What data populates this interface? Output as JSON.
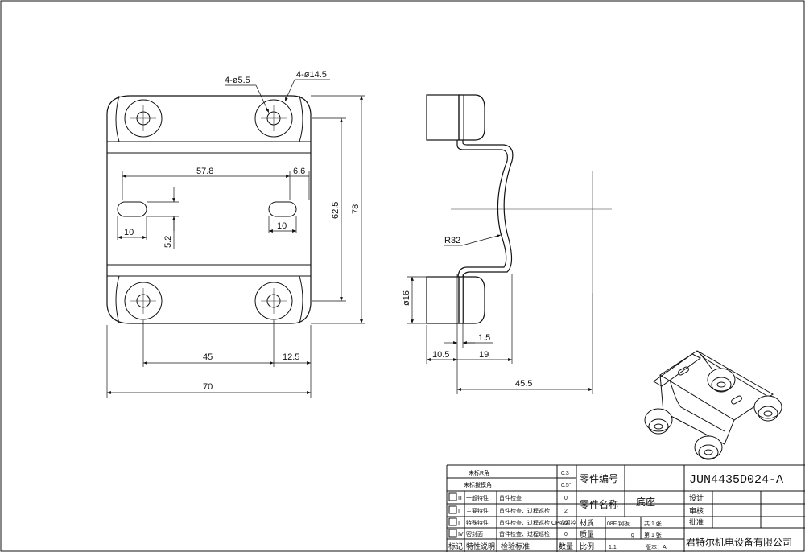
{
  "front_view": {
    "callout_small_holes": "4-ø5.5",
    "callout_large_holes": "4-ø14.5",
    "dim_slot_span": "57.8",
    "dim_slot_offset": "6.6",
    "dim_slot_len_left": "10",
    "dim_slot_len_right": "10",
    "dim_slot_width": "5.2",
    "dim_height_inner": "62.5",
    "dim_height_total": "78",
    "dim_hole_pitch": "45",
    "dim_hole_edge": "12.5",
    "dim_width_total": "70"
  },
  "side_view": {
    "radius": "R32",
    "diameter": "ø16",
    "thickness": "1.5",
    "offset": "10.5",
    "depth": "19",
    "total_depth": "45.5"
  },
  "title_block": {
    "undef_r": "未标R角",
    "undef_draft": "未标拔模角",
    "undef_r_val": "0.3",
    "undef_draft_val": "0.5°",
    "part_no_label": "零件编号",
    "part_no": "JUN4435D024-A",
    "part_name_label": "零件名称",
    "part_name": "底座",
    "design": "设计",
    "review": "审核",
    "approve": "批准",
    "char_rows": [
      {
        "code": "Ⅲ",
        "name": "一般特性",
        "check": "首件检查",
        "qty": "0"
      },
      {
        "code": "Ⅱ",
        "name": "主要特性",
        "check": "首件检查、过程巡检",
        "qty": "2"
      },
      {
        "code": "Ⅰ",
        "name": "特殊特性",
        "check": "首件检查、过程巡检 CP或留控",
        "qty": "0"
      },
      {
        "code": "Ⅳ",
        "name": "密封面",
        "check": "首件检查、过程巡检",
        "qty": "0"
      }
    ],
    "material_label": "材质",
    "material": "08F 钢板",
    "sheets_total": "共 1 张",
    "mass_label": "质量",
    "mass": "g",
    "sheet_no": "第 1 张",
    "scale_label": "比例",
    "scale": "1:1",
    "version": "版本：A",
    "footer_mark": "标记",
    "footer_char": "特性说明",
    "footer_std": "检验标准",
    "footer_qty": "数量",
    "company": "君特尔机电设备有限公司"
  }
}
